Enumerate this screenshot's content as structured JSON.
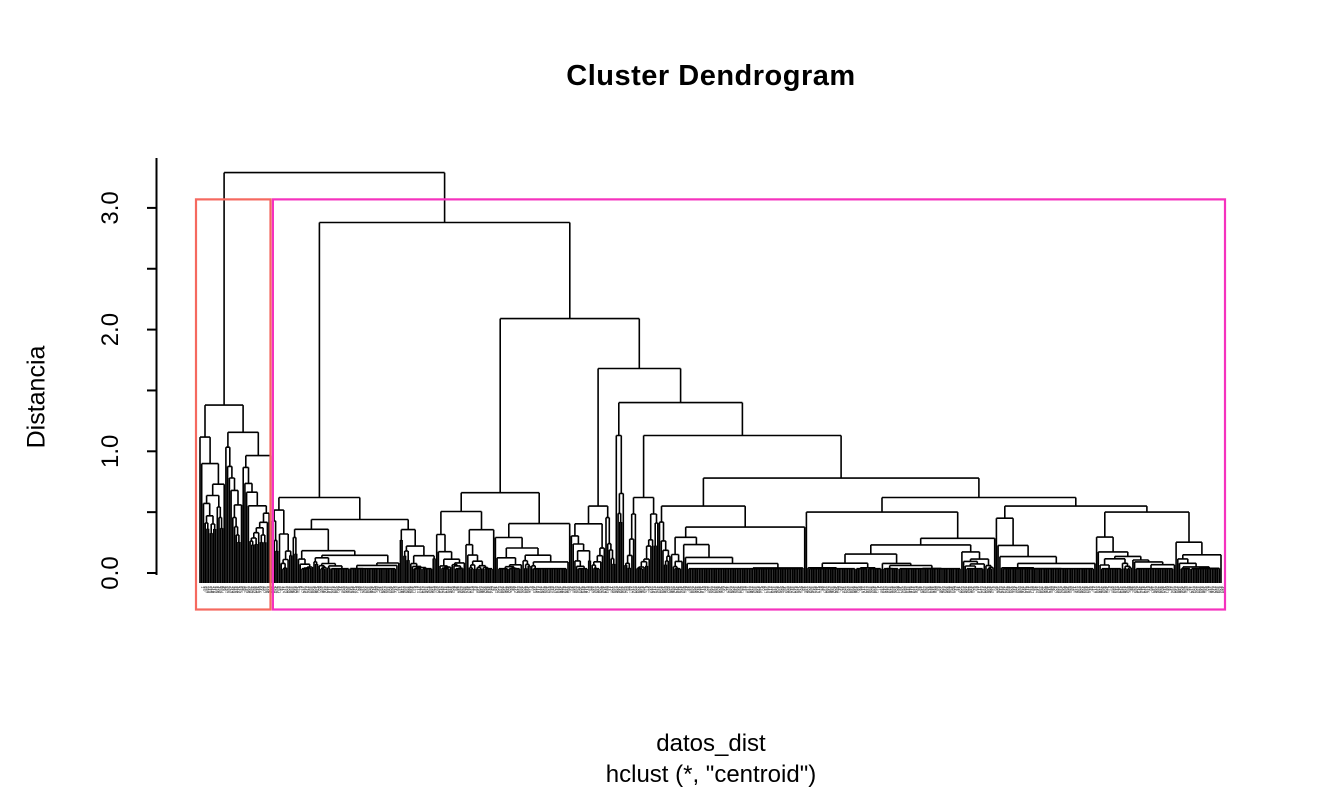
{
  "chart_data": {
    "type": "dendrogram",
    "title": "Cluster Dendrogram",
    "y_axis": {
      "label": "Distancia",
      "tick_values": [
        0,
        0.5,
        1,
        1.5,
        2,
        2.5,
        3
      ],
      "labeled_tick_values": [
        0,
        1,
        2,
        3
      ],
      "labeled_tick_labels": [
        "0.0",
        "1.0",
        "2.0",
        "3.0"
      ],
      "range_shown": [
        0,
        3.4
      ]
    },
    "x_axis": {
      "caption_line1": "datos_dist",
      "caption_line2": "hclust (*, \"centroid\")"
    },
    "linkage_method": "centroid",
    "distance_object": "datos_dist",
    "n_leaves_total": 592,
    "root_merge_height": 3.29,
    "upper_merge_heights": [
      3.29,
      2.88,
      2.09,
      1.68,
      1.4,
      1.13,
      0.78,
      0.62,
      0.55
    ],
    "leaf_labels_illegible": true,
    "cluster_boxes": [
      {
        "k": 1,
        "n_leaves": 42,
        "border_color": "#F5695F",
        "top": 3.07,
        "bottom": -0.3
      },
      {
        "k": 2,
        "n_leaves": 550,
        "border_color": "#F532BE",
        "top": 3.07,
        "bottom": -0.3
      }
    ],
    "tree_spec": {
      "left_cluster": {
        "n": 42,
        "top": 1.38
      },
      "right_chain": [
        {
          "h": 2.88,
          "block": {
            "n": 95,
            "top": 0.62
          }
        },
        {
          "h": 2.09,
          "block": {
            "n": 78,
            "top": 0.66
          }
        },
        {
          "h": 1.68,
          "block": {
            "n": 26,
            "top": 0.55
          }
        },
        {
          "h": 1.4,
          "block": {
            "n": 5,
            "top": 1.13
          }
        },
        {
          "h": 1.13,
          "block": {
            "n": 20,
            "top": 0.62
          }
        },
        {
          "h": 0.78,
          "block": {
            "n": 85,
            "top": 0.55
          }
        },
        {
          "h": 0.62,
          "block": {
            "n": 110,
            "top": 0.5
          }
        },
        {
          "h": 0.55,
          "block": {
            "n": 58,
            "top": 0.45
          },
          "right_block": {
            "n": 73,
            "top": 0.5
          }
        }
      ]
    },
    "render_seed": 13,
    "colors": {
      "line": "#000000",
      "leaf_labels": "#555555",
      "background": "#FFFFFF",
      "cluster1_border": "#F5695F",
      "cluster2_border": "#F532BE"
    }
  }
}
